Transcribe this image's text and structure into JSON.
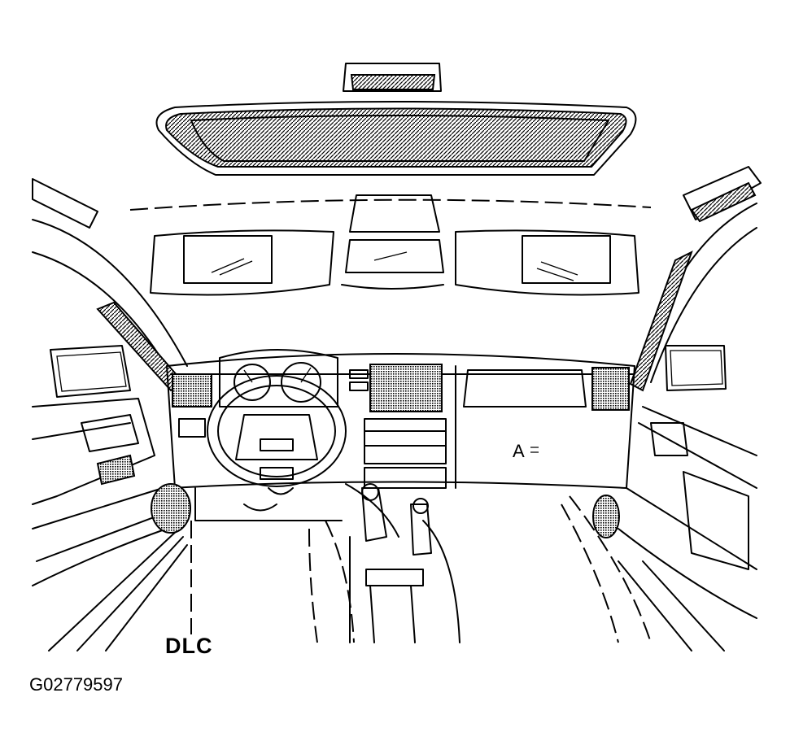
{
  "diagram": {
    "callouts": {
      "dlc": "DLC"
    },
    "dash_label": "A",
    "figure_id": "G02779597"
  }
}
